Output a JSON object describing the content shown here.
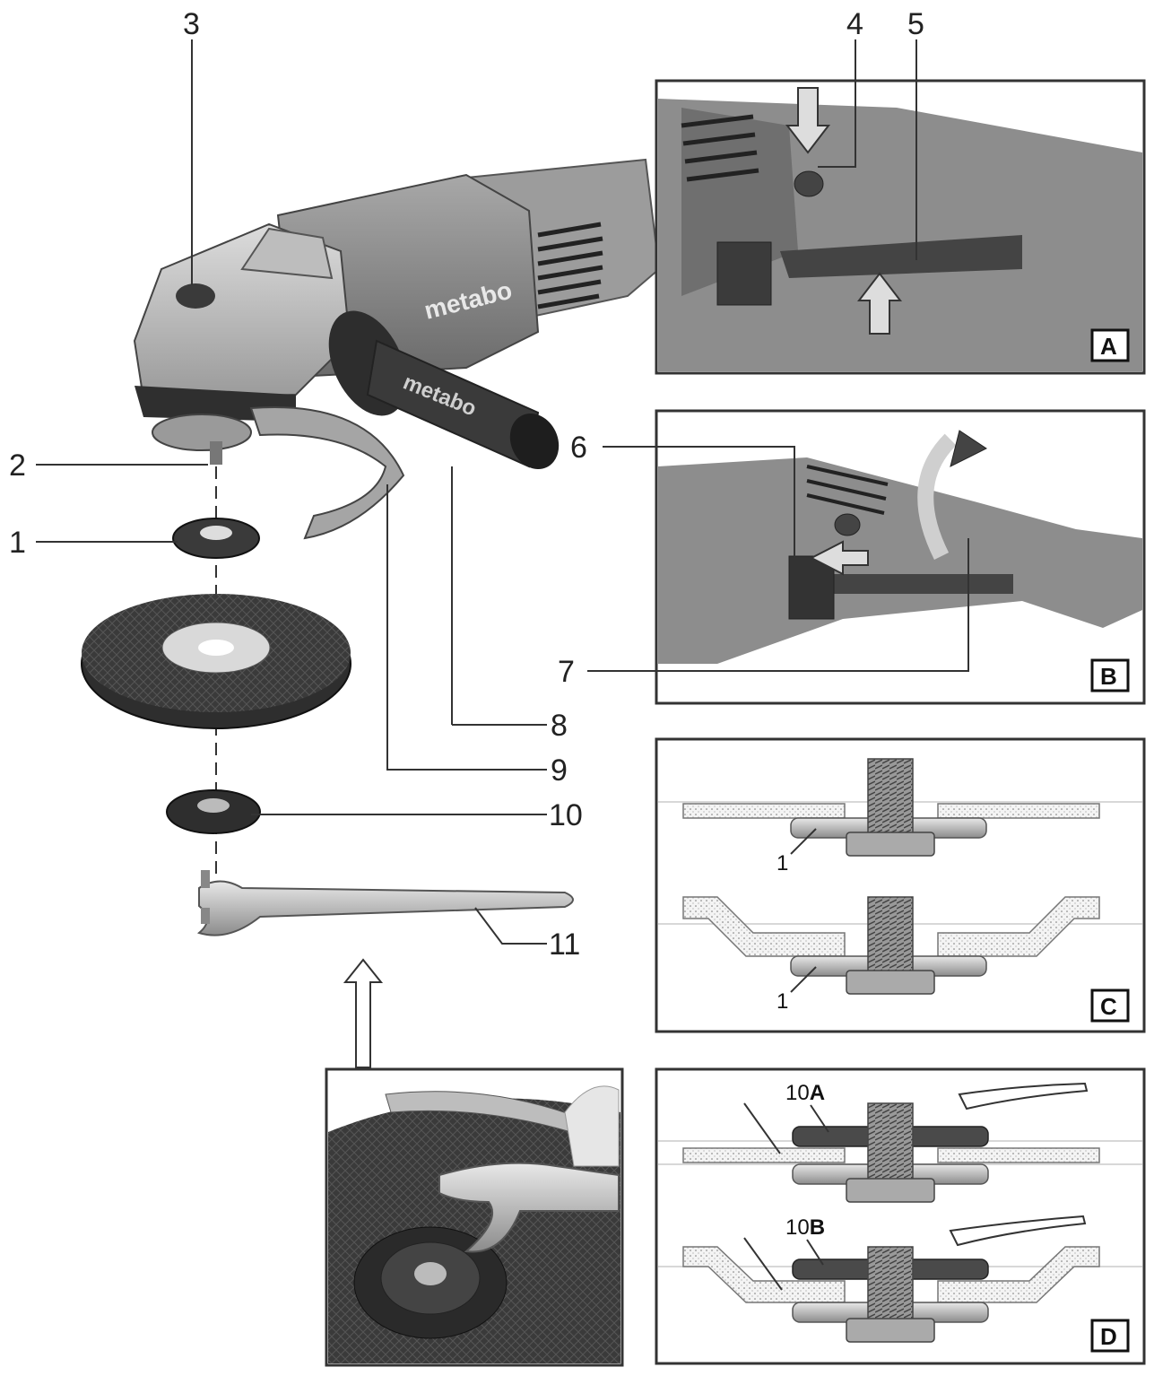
{
  "callouts": {
    "n1": "1",
    "n2": "2",
    "n3": "3",
    "n4": "4",
    "n5": "5",
    "n6": "6",
    "n7": "7",
    "n8": "8",
    "n9": "9",
    "n10": "10",
    "n11": "11"
  },
  "brand": {
    "housing": "metabo",
    "handle": "metabo"
  },
  "panels": {
    "a": {
      "label": "A"
    },
    "b": {
      "label": "B"
    },
    "c": {
      "label": "C",
      "part_top": "1",
      "part_bottom": "1"
    },
    "d": {
      "label": "D",
      "part_top_num": "10",
      "part_top_letter": "A",
      "part_bottom_num": "10",
      "part_bottom_letter": "B"
    }
  },
  "colors": {
    "body": "#8a8a8a",
    "dark": "#3a3a3a",
    "light": "#cfcfcf",
    "disc": "#2e2e2e"
  }
}
